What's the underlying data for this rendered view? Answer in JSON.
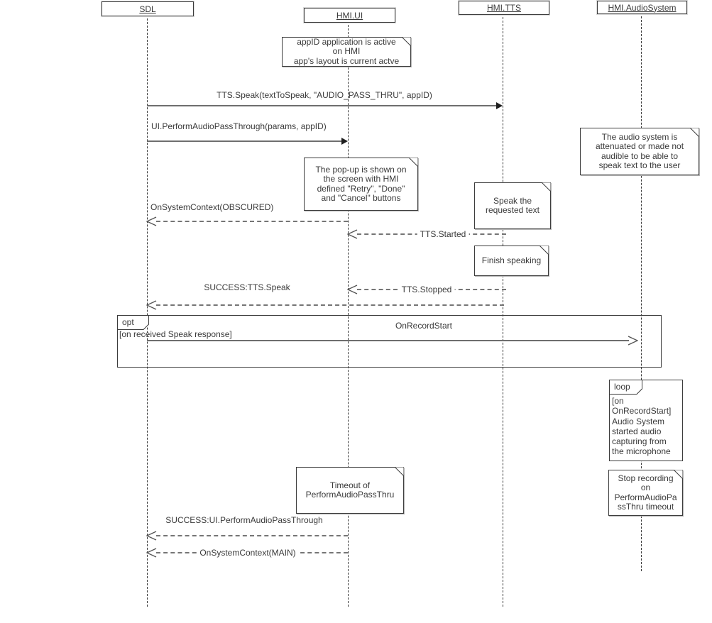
{
  "colors": {
    "line": "#6e6e6e",
    "lifeline": "#3a3a3a",
    "text": "#3a3a3a",
    "background": "#ffffff"
  },
  "participants": [
    {
      "label": "SDL"
    },
    {
      "label": "HMI.UI"
    },
    {
      "label": "HMI.TTS"
    },
    {
      "label": "HMI.AudioSystem"
    }
  ],
  "notes": {
    "app_active": {
      "text": "appID application is active\non HMI\napp's layout is current actve"
    },
    "audio_attenuated": {
      "text": "The audio system is\nattenuated or made not\naudible to be able to\nspeak  text to the user"
    },
    "popup_shown": {
      "text": "The pop-up is shown on\nthe screen with HMI\ndefined \"Retry\", \"Done\"\nand \"Cancel\" buttons"
    },
    "speak_requested": {
      "text": "Speak the\nrequested text"
    },
    "finish_speaking": {
      "text": "Finish speaking"
    },
    "timeout": {
      "text": "Timeout of\nPerformAudioPassThru"
    },
    "stop_recording": {
      "text": "Stop recording\non\nPerformAudioPa\nssThru timeout"
    }
  },
  "messages": {
    "tts_speak": {
      "label": "TTS.Speak(textToSpeak, \"AUDIO_PASS_THRU\", appID)",
      "from": "SDL",
      "to": "HMI.TTS",
      "style": "solid"
    },
    "ui_perform_apt": {
      "label": "UI.PerformAudioPassThrough(params, appID)",
      "from": "SDL",
      "to": "HMI.UI",
      "style": "solid"
    },
    "on_system_context_obscured": {
      "label": "OnSystemContext(OBSCURED)",
      "from": "HMI.UI",
      "to": "SDL",
      "style": "dashed"
    },
    "tts_started": {
      "label": "TTS.Started",
      "from": "HMI.TTS",
      "to": "HMI.UI",
      "style": "dashed"
    },
    "tts_stopped": {
      "label": "TTS.Stopped",
      "from": "HMI.TTS",
      "to": "HMI.UI",
      "style": "dashed"
    },
    "success_tts_speak": {
      "label": "SUCCESS:TTS.Speak",
      "from": "HMI.TTS",
      "to": "SDL",
      "style": "dashed"
    },
    "on_record_start": {
      "label": "OnRecordStart",
      "from": "SDL",
      "to": "HMI.AudioSystem",
      "style": "solid"
    },
    "success_ui_perform_apt": {
      "label": "SUCCESS:UI.PerformAudioPassThrough",
      "from": "HMI.UI",
      "to": "SDL",
      "style": "dashed"
    },
    "on_system_context_main": {
      "label": "OnSystemContext(MAIN)",
      "from": "HMI.UI",
      "to": "SDL",
      "style": "dashed"
    }
  },
  "fragments": {
    "opt": {
      "label": "opt",
      "guard": "[on received Speak response]"
    },
    "loop": {
      "label": "loop",
      "guard": "[on\nOnRecordStart]\nAudio System\nstarted audio\ncapturing from\nthe microphone"
    }
  }
}
